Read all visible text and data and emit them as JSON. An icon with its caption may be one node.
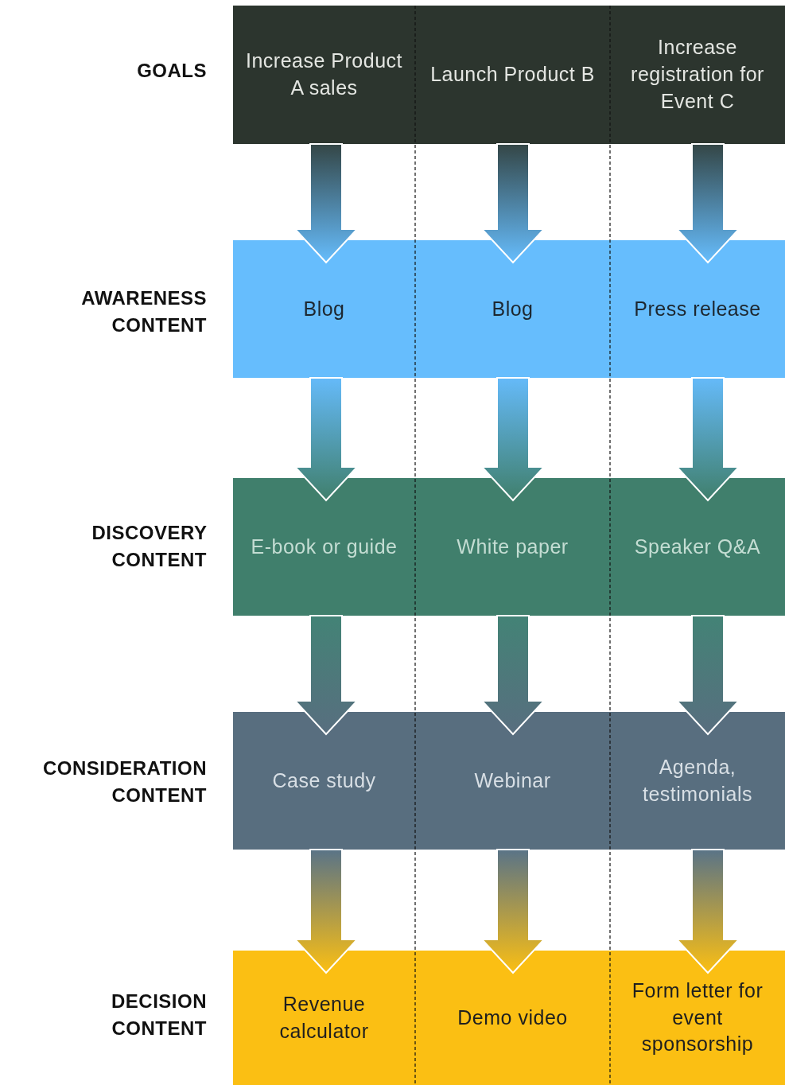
{
  "diagram": {
    "nodes": [
      {
        "text": [
          "Increase Product A sales"
        ]
      },
      {
        "text": [
          "Launch Product B"
        ]
      },
      {
        "text": [
          "Increase registration for Event C"
        ]
      },
      {
        "text": [
          "Blog"
        ]
      },
      {
        "text": [
          "Blog"
        ]
      },
      {
        "text": [
          "Press release"
        ]
      },
      {
        "text": [
          "E-book or guide"
        ]
      },
      {
        "text": [
          "White paper"
        ]
      },
      {
        "text": [
          "Speaker Q&A"
        ]
      },
      {
        "text": [
          "Case study"
        ]
      },
      {
        "text": [
          "Webinar"
        ]
      },
      {
        "text": [
          "Agenda, testimonials"
        ]
      },
      {
        "text": [
          "Revenue calculator"
        ]
      },
      {
        "text": [
          "Demo video"
        ]
      },
      {
        "text": [
          "Form letter for event sponsorship"
        ]
      }
    ],
    "edges": [
      {
        "from": 0,
        "to": 3,
        "arrow": "to"
      },
      {
        "from": 1,
        "to": 4,
        "arrow": "to"
      },
      {
        "from": 2,
        "to": 5,
        "arrow": "to"
      },
      {
        "from": 3,
        "to": 6,
        "arrow": "to"
      },
      {
        "from": 4,
        "to": 7,
        "arrow": "to"
      },
      {
        "from": 5,
        "to": 8,
        "arrow": "to"
      },
      {
        "from": 6,
        "to": 9,
        "arrow": "to"
      },
      {
        "from": 7,
        "to": 10,
        "arrow": "to"
      },
      {
        "from": 8,
        "to": 11,
        "arrow": "to"
      },
      {
        "from": 9,
        "to": 12,
        "arrow": "to"
      },
      {
        "from": 10,
        "to": 13,
        "arrow": "to"
      },
      {
        "from": 11,
        "to": 14,
        "arrow": "to"
      }
    ],
    "labels": [
      "GOALS",
      "AWARENESS CONTENT",
      "DISCOVERY CONTENT",
      "CONSIDERATION CONTENT",
      "DECISION CONTENT"
    ]
  }
}
